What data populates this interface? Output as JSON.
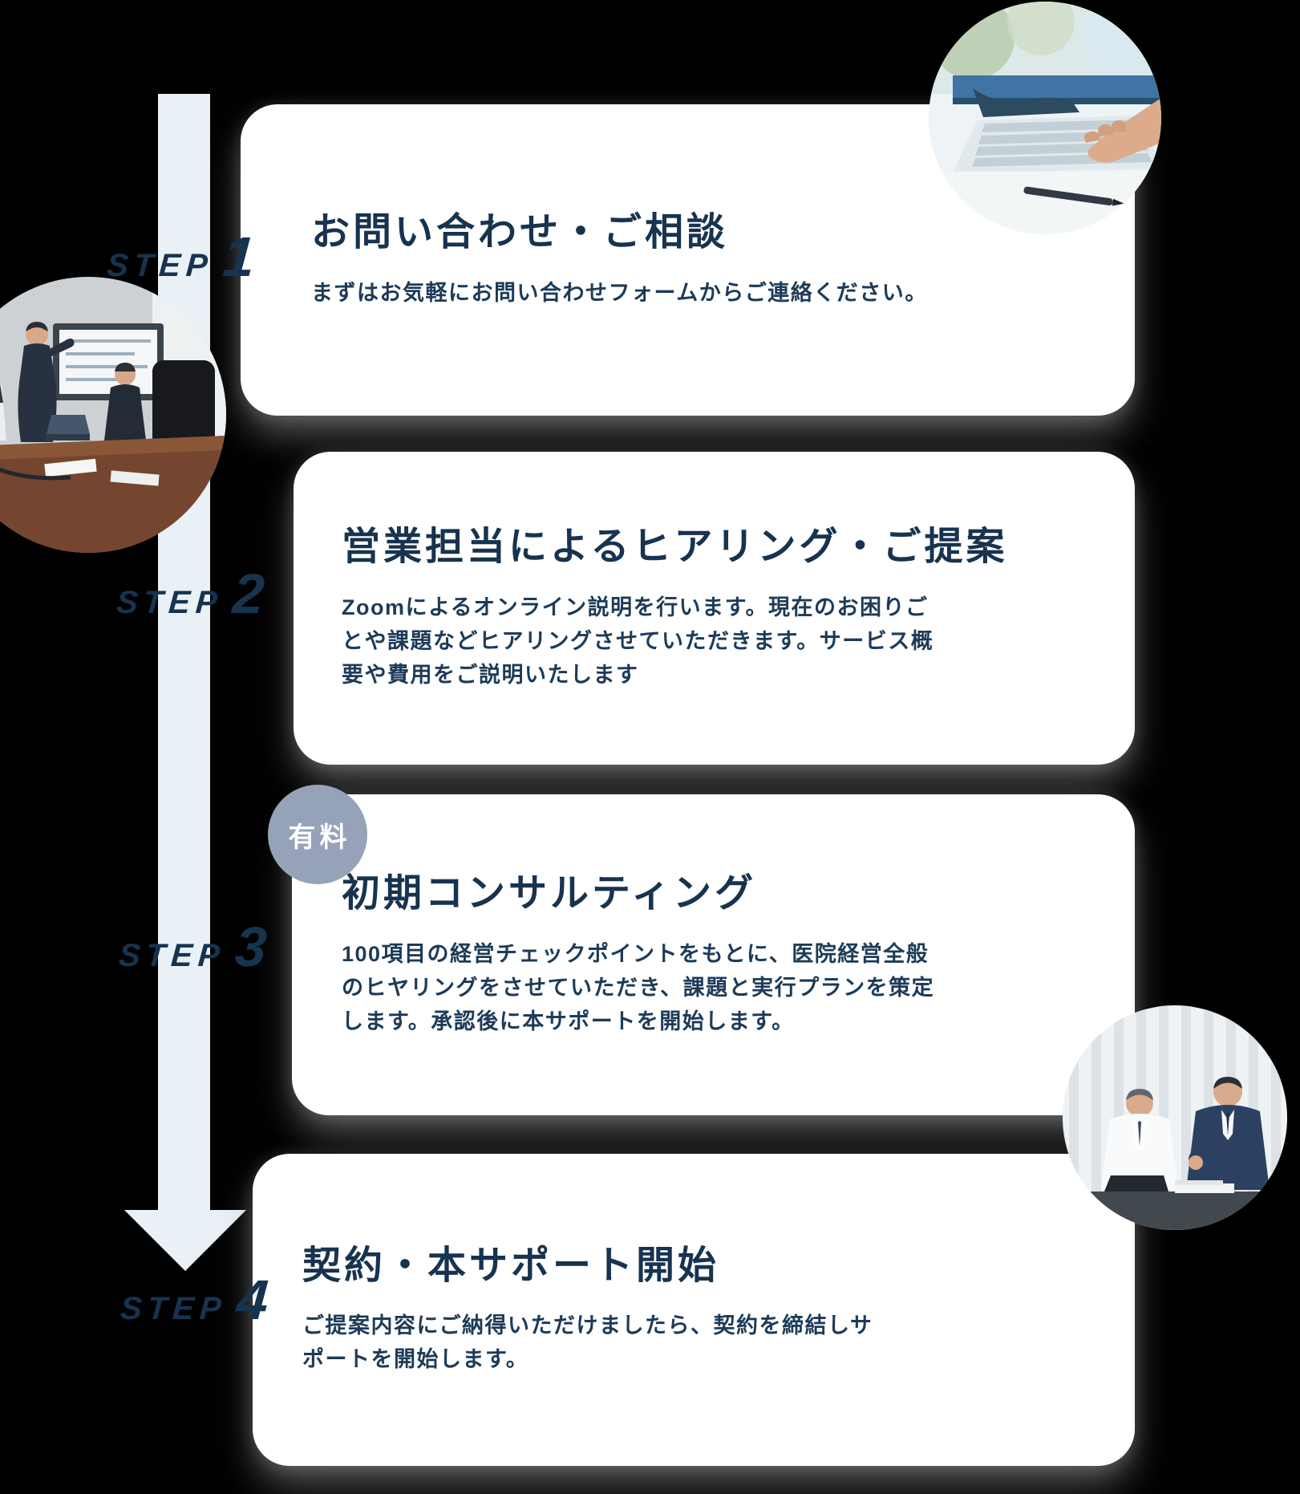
{
  "page": {
    "background": "#000000"
  },
  "colors": {
    "card_bg": "#ffffff",
    "title": "#17334f",
    "body": "#1d3b58",
    "step_label": "#17334f",
    "arrow_band": "#e9f1f6",
    "badge_bg": "#96a2b8",
    "badge_text": "#ffffff"
  },
  "steps": [
    {
      "label": "STEP",
      "number": "1",
      "title": "お問い合わせ・ご相談",
      "description": "まずはお気軽にお問い合わせフォームからご連絡ください。"
    },
    {
      "label": "STEP",
      "number": "2",
      "title": "営業担当によるヒアリング・ご提案",
      "description": "Zoomによるオンライン説明を行います。現在のお困りご\nとや課題などヒアリングさせていただきます。サービス概\n要や費用をご説明いたします"
    },
    {
      "label": "STEP",
      "number": "3",
      "badge": "有料",
      "title": "初期コンサルティング",
      "description": "100項目の経営チェックポイントをもとに、医院経営全般\nのヒヤリングをさせていただき、課題と実行プランを策定\nします。承認後に本サポートを開始します。"
    },
    {
      "label": "STEP",
      "number": "4",
      "title": "契約・本サポート開始",
      "description": "ご提案内容にご納得いただけましたら、契約を締結しサ\nポートを開始します。"
    }
  ],
  "photos": [
    {
      "name": "typing-on-laptop-photo",
      "alt": "手元でノートパソコンに入力している写真"
    },
    {
      "name": "meeting-presentation-photo",
      "alt": "会議室でスクリーンを使って説明している写真"
    },
    {
      "name": "doctor-consultation-photo",
      "alt": "白衣の医師とスーツの担当者が机で相談している写真"
    }
  ]
}
